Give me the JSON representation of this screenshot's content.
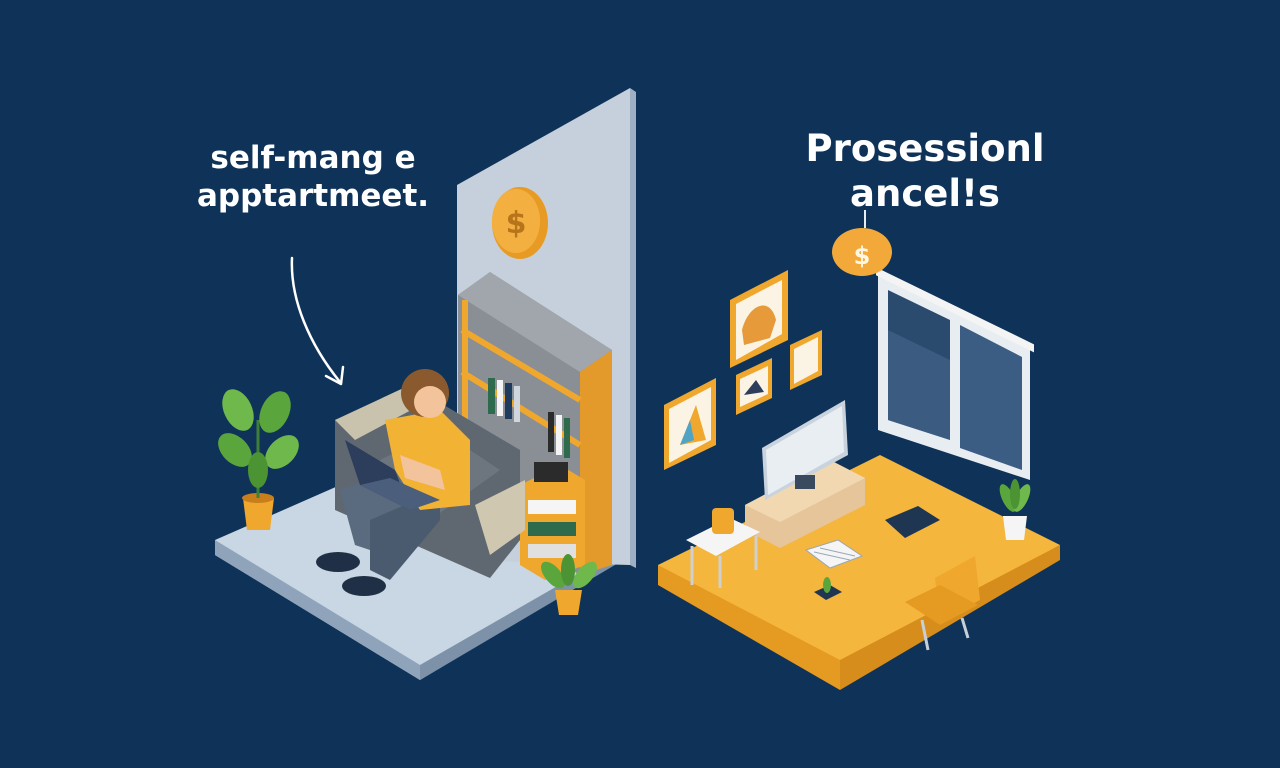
{
  "left_panel": {
    "caption_line1": "self-mang e",
    "caption_line2": "apptartmeet."
  },
  "right_panel": {
    "caption_line1": "Prosessionl",
    "caption_line2": "ancel!s"
  },
  "coin_symbol": "$",
  "colors": {
    "background": "#0f3358",
    "accent_orange": "#f3a93a",
    "floor_left": "#c9d6e3",
    "floor_right": "#f4b63c"
  }
}
